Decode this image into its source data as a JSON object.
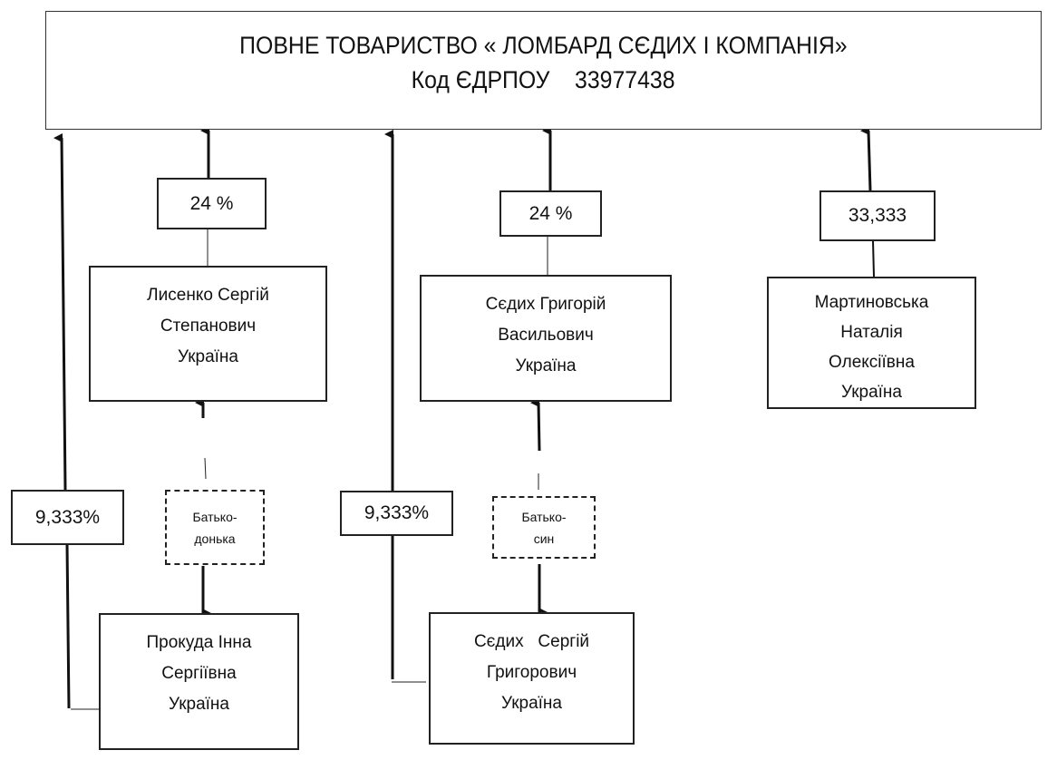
{
  "company": {
    "title": "ПОВНЕ  ТОВАРИСТВО « ЛОМБАРД СЄДИХ І КОМПАНІЯ»",
    "code_line": "Код ЄДРПОУ    33977438"
  },
  "shares": {
    "lysenko": "24 %",
    "sedykh_hryhorii": "24 %",
    "martynovska": "33,333",
    "prokuda": "9,333%",
    "sedykh_serhii": "9,333%"
  },
  "persons": {
    "lysenko": {
      "lines": [
        "Лисенко Сергій",
        "Степанович",
        "Україна"
      ]
    },
    "sedykh_hryhorii": {
      "lines": [
        "Сєдих Григорій",
        "Васильович",
        "Україна"
      ]
    },
    "martynovska": {
      "lines": [
        "Мартиновська",
        "Наталія",
        "Олексіївна",
        "Україна"
      ]
    },
    "prokuda": {
      "lines": [
        "Прокуда Інна",
        "Сергіївна",
        "Україна"
      ]
    },
    "sedykh_serhii": {
      "lines": [
        "Сєдих   Сергій",
        "Григорович",
        "Україна"
      ]
    }
  },
  "relations": {
    "father_daughter": {
      "lines": [
        "Батько-",
        "донька"
      ]
    },
    "father_son": {
      "lines": [
        "Батько-",
        "син"
      ]
    }
  }
}
